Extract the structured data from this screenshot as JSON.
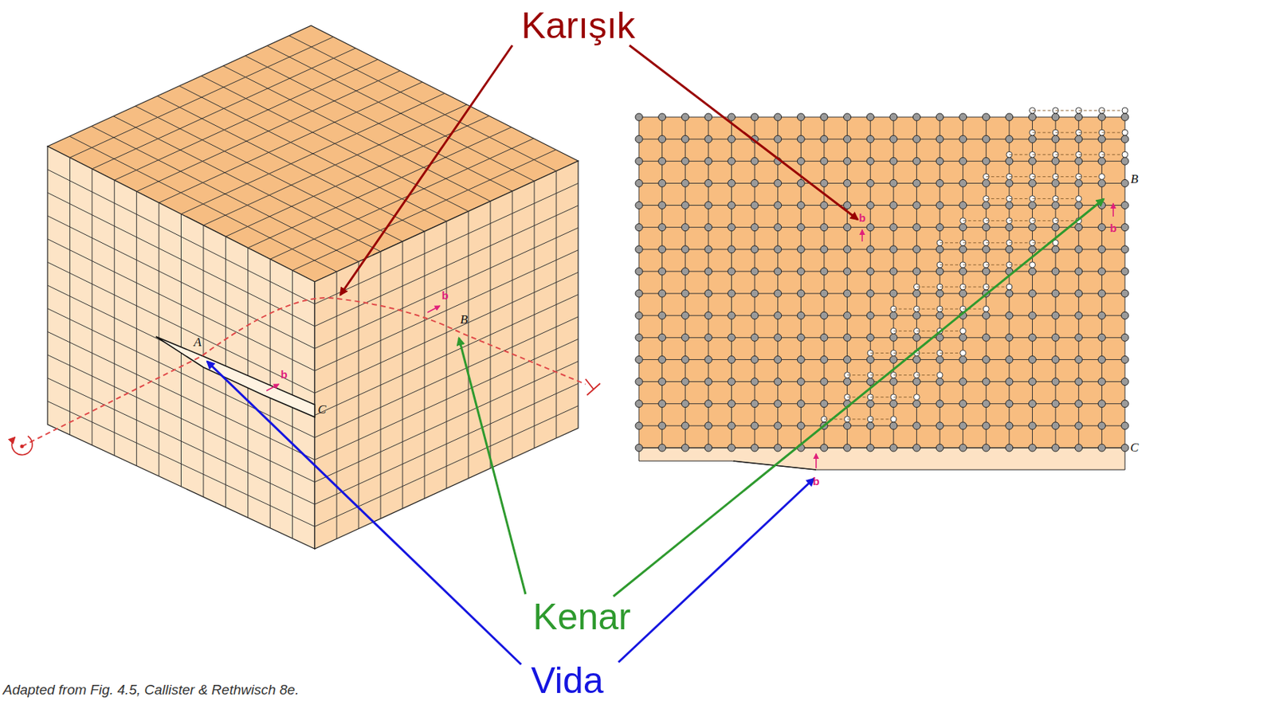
{
  "diagram": {
    "caption": "Adapted from Fig. 4.5, Callister & Rethwisch 8e.",
    "labels": [
      "Karışık",
      "Kenar",
      "Vida",
      "A",
      "b",
      "B",
      "b",
      "C",
      "b",
      "B",
      "b",
      "C",
      "b"
    ]
  }
}
